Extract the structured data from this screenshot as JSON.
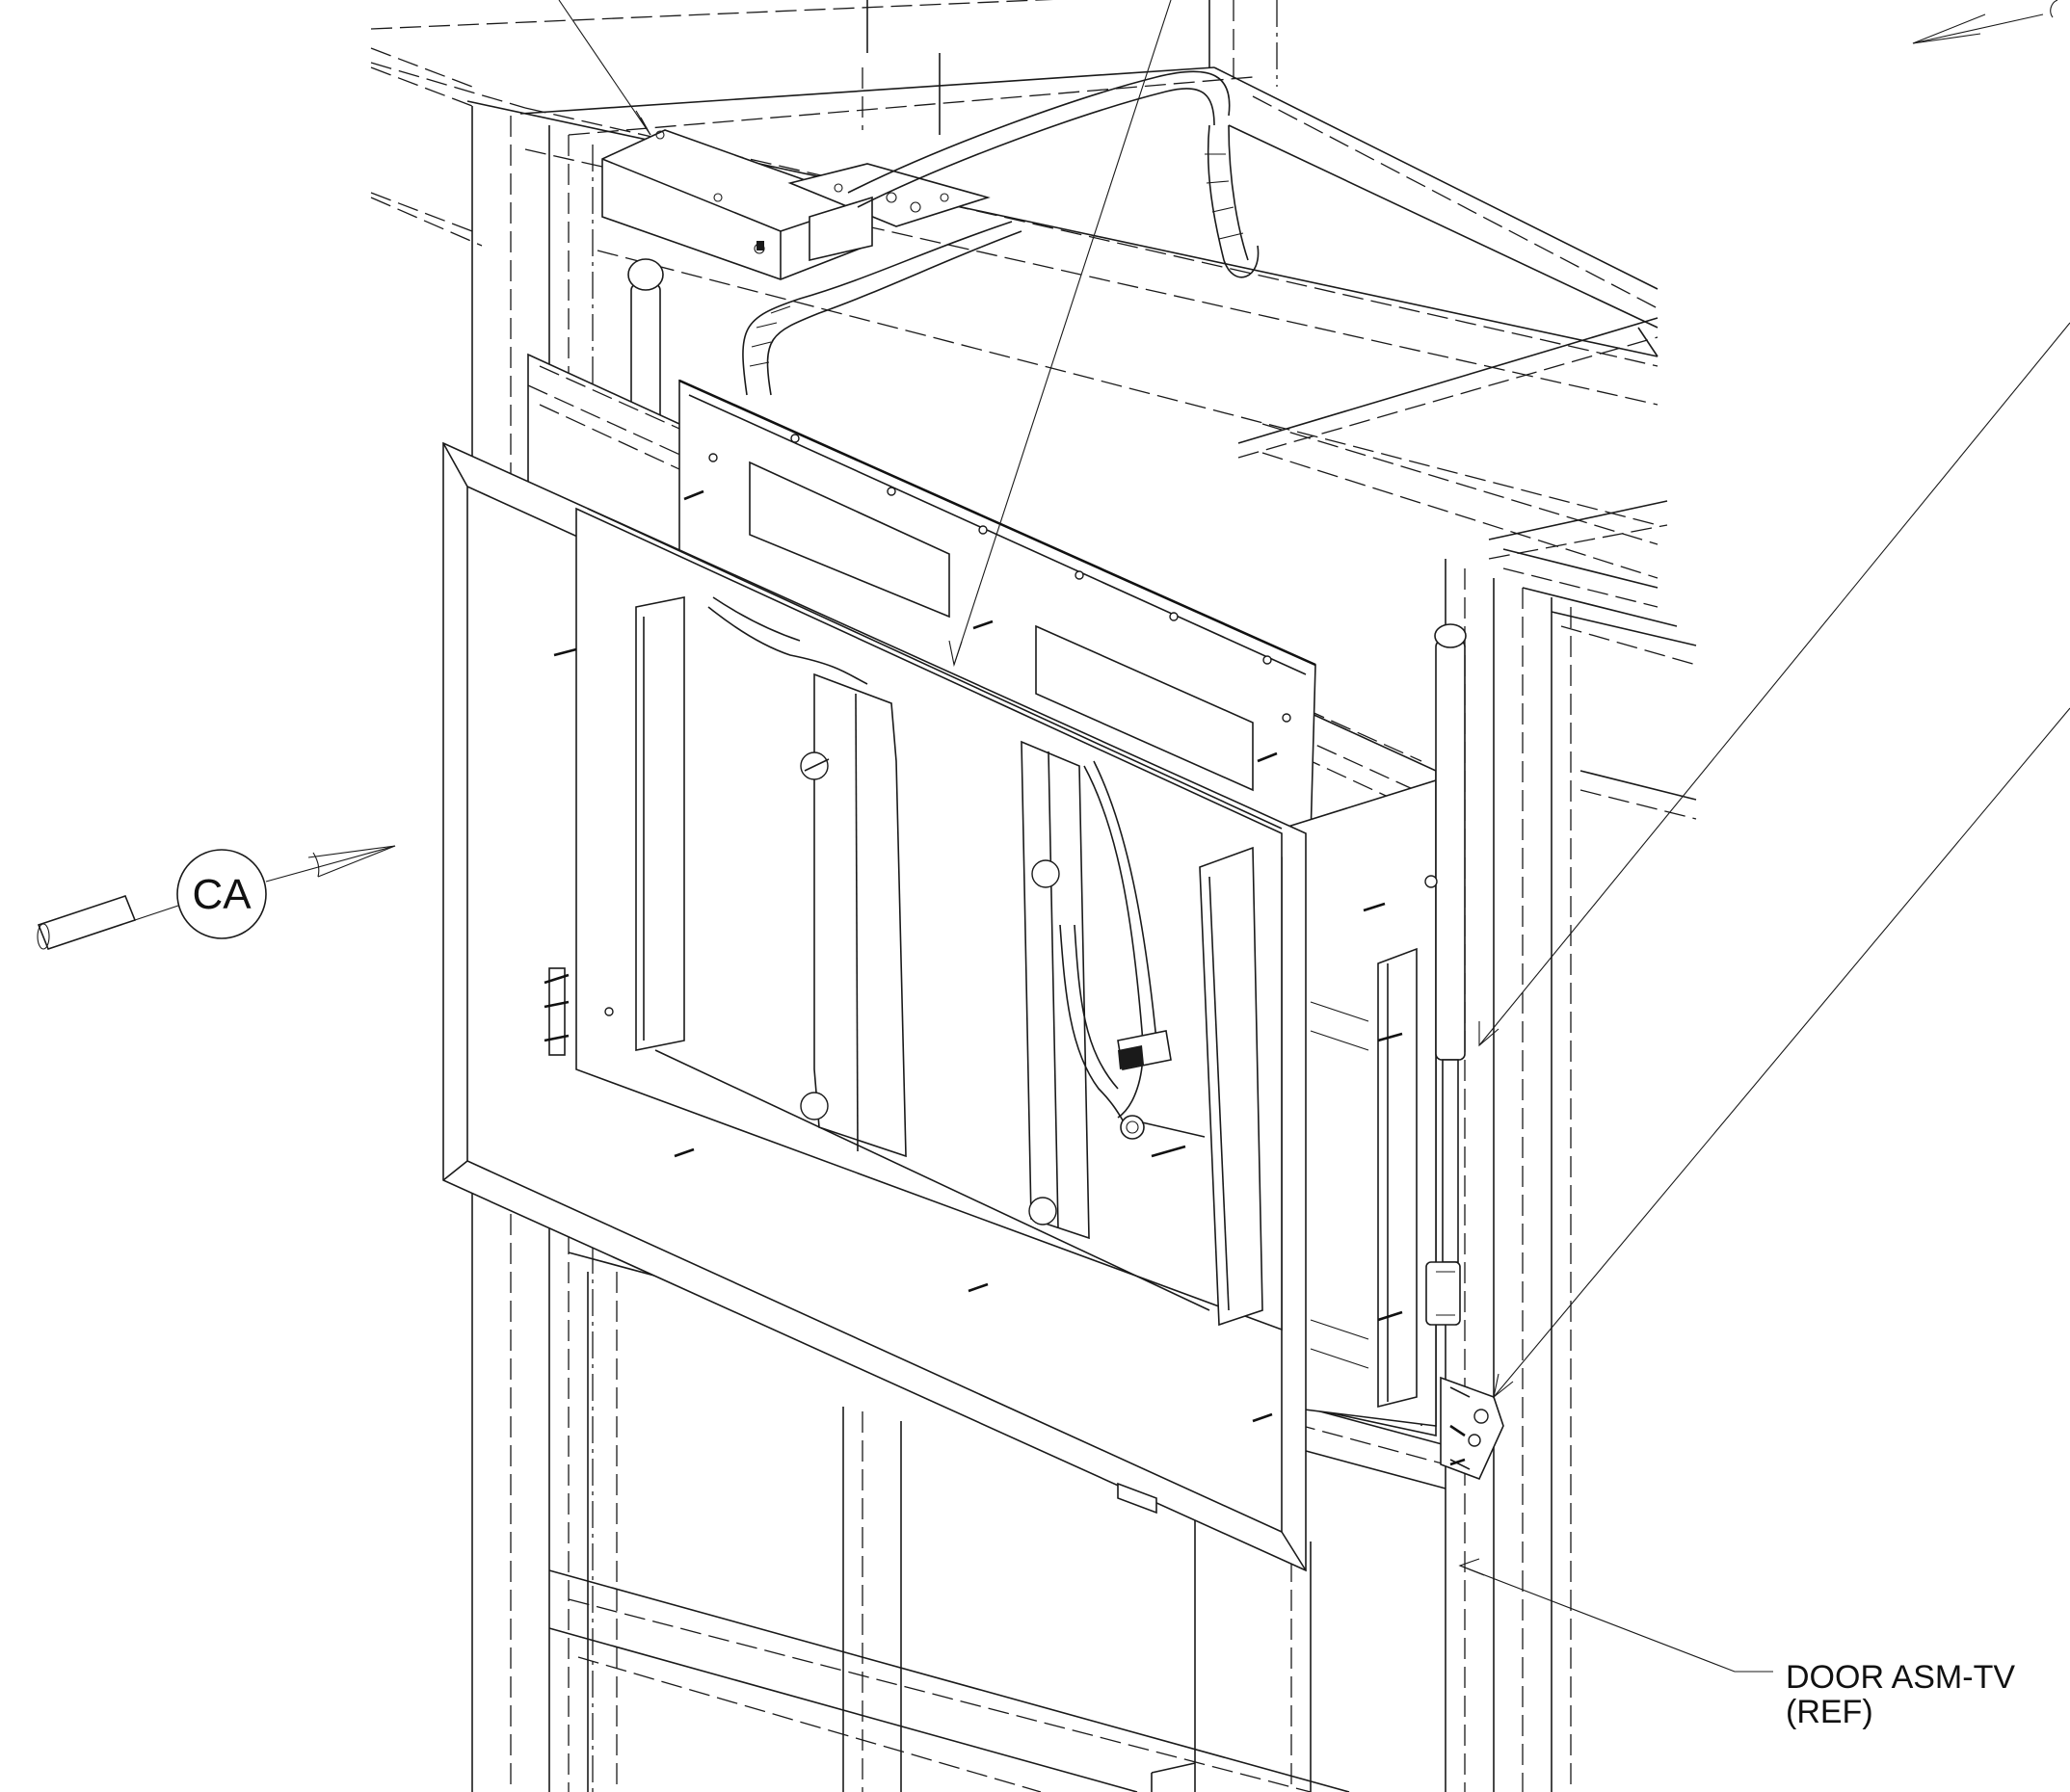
{
  "callouts": {
    "view_marker": "CA",
    "door_label_line1": "DOOR ASM-TV",
    "door_label_line2": "(REF)"
  },
  "colors": {
    "line": "#1a1a1a",
    "background": "#ffffff"
  }
}
